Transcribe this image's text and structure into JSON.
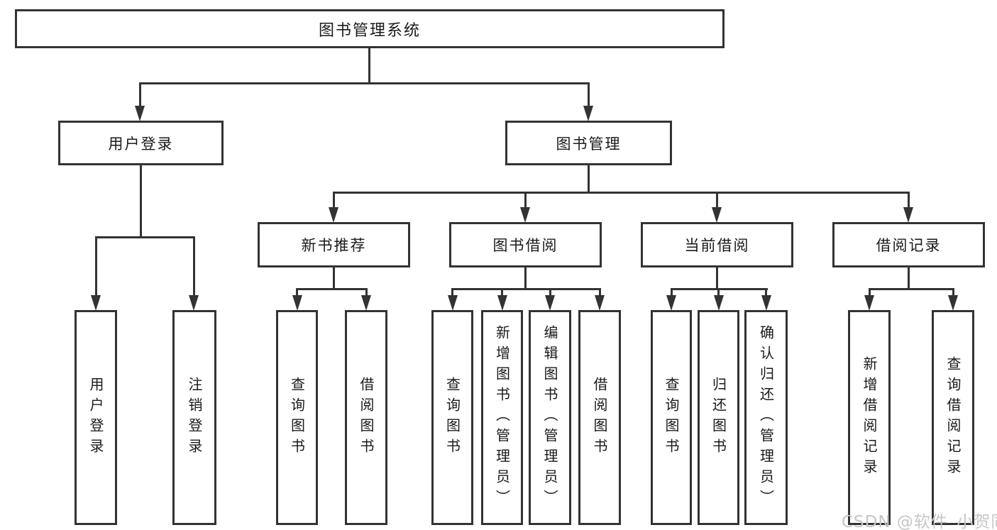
{
  "tree": {
    "root": "图书管理系统",
    "level1": {
      "user": {
        "label": "用户登录",
        "children": {
          "login": "用户登录",
          "logout": "注销登录"
        }
      },
      "manage": {
        "label": "图书管理",
        "children": {
          "new_rec": {
            "label": "新书推荐",
            "children": {
              "query": "查询图书",
              "borrow": "借阅图书"
            }
          },
          "borrow": {
            "label": "图书借阅",
            "children": {
              "query": "查询图书",
              "add": "新增图书（管理员）",
              "edit": "编辑图书（管理员）",
              "borrow": "借阅图书"
            }
          },
          "current": {
            "label": "当前借阅",
            "children": {
              "query": "查询图书",
              "return": "归还图书",
              "confirm": "确认归还（管理员）"
            }
          },
          "record": {
            "label": "借阅记录",
            "children": {
              "add": "新增借阅记录",
              "query": "查询借阅记录"
            }
          }
        }
      }
    }
  },
  "watermark": {
    "text": "CSDN @软件_小贺同学"
  },
  "colors": {
    "line": "#333333",
    "text": "#1a1a1a",
    "watermark": "#c6c6c6",
    "background": "#ffffff"
  }
}
